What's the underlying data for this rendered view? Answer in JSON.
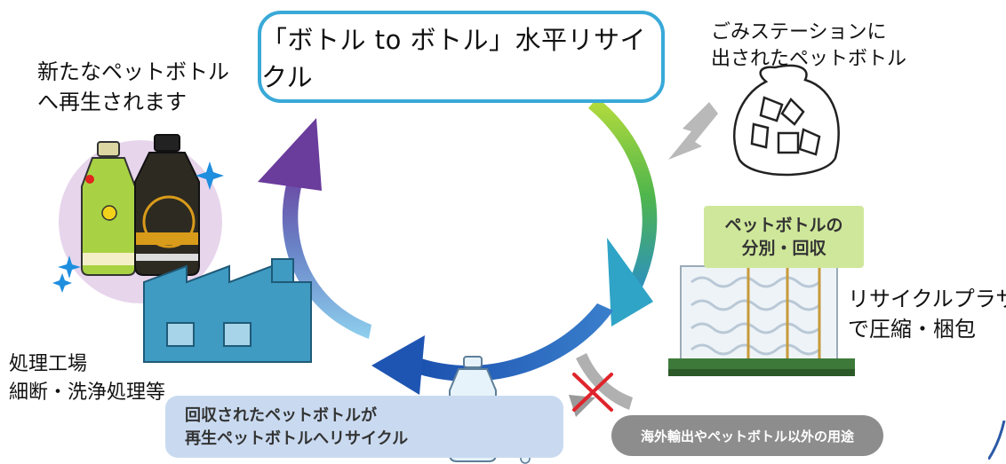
{
  "title": "「ボトル to ボトル」水平リサイクル",
  "labels": {
    "new_bottle_line1": "新たなペットボトル",
    "new_bottle_line2": "へ再生されます",
    "garbage_line1": "ごみステーションに",
    "garbage_line2": "出されたペットボトル",
    "plaza_line1": "リサイクルプラザ",
    "plaza_line2": "で圧縮・梱包",
    "factory_line1": "処理工場",
    "factory_line2": "細断・洗浄処理等"
  },
  "boxes": {
    "sort_collect_line1": "ペットボトルの",
    "sort_collect_line2": "分別・回収",
    "recycled_line1": "回収されたペットボトルが",
    "recycled_line2": "再生ペットボトルへリサイクル",
    "other_uses": "海外輸出やペットボトル以外の用途"
  },
  "colors": {
    "title_border": "#39a9d8",
    "arrow_green": "#6cbf3a",
    "arrow_teal": "#2aa6c8",
    "arrow_blue": "#1f5fb8",
    "arrow_purple": "#6a3fa0",
    "sort_box": "#cfe79a",
    "recycled_box": "#c9daf0",
    "other_box": "#8d8d8d",
    "cross": "#e0242b",
    "pale_purple_circle": "#e7d5ec",
    "factory": "#3f9bc2"
  },
  "icons": [
    "garbage-bag-icon",
    "recycled-bottles-icon",
    "compressed-bale-icon",
    "factory-icon",
    "plastic-bottle-icon",
    "preform-tubes-icon",
    "sparkle-icon",
    "red-cross-icon"
  ]
}
